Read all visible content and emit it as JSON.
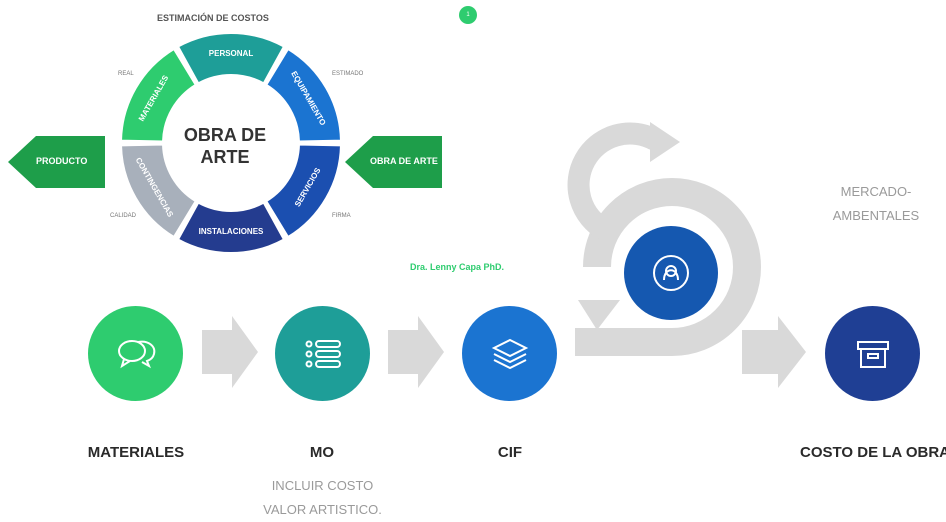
{
  "wheel": {
    "title": "ESTIMACIÓN DE COSTOS",
    "center": [
      "OBRA  DE",
      "ARTE"
    ],
    "segments": [
      "PERSONAL",
      "EQUIPAMIENTO",
      "SERVICIOS",
      "INSTALACIONES",
      "CONTINGENCIAS",
      "MATERIALES"
    ],
    "corner_labels": {
      "top_left": "REAL",
      "top_right": "ESTIMADO",
      "bottom_left": "CALIDAD",
      "bottom_right": "FIRMA"
    }
  },
  "arrows": {
    "left": "PRODUCTO",
    "right": "OBRA DE ARTE"
  },
  "badge": "1",
  "author": "Dra. Lenny Capa PhD.",
  "mercado": [
    "MERCADO-",
    "AMBENTALES"
  ],
  "steps": [
    {
      "label": "MATERIALES",
      "icon": "chat-bubbles-icon",
      "color": "#2ecc6f"
    },
    {
      "label": "MO",
      "icon": "list-icon",
      "color": "#1e9e98"
    },
    {
      "label": "CIF",
      "icon": "layers-icon",
      "color": "#1b74d1"
    },
    {
      "label": "COSTO DE LA OBRA",
      "icon": "archive-box-icon",
      "color": "#1f3f94"
    }
  ],
  "mo_note": [
    "INCLUIR  COSTO",
    "VALOR ARTISTICO."
  ],
  "cycle_icon": "person-icon",
  "colors": {
    "segment_personal": "#1e9e98",
    "segment_equipamiento": "#1b74d1",
    "segment_servicios": "#1b4fb0",
    "segment_instalaciones": "#243c8f",
    "segment_contingencias": "#a8b0bb",
    "segment_materiales": "#2ecc6f",
    "arrow_green": "#1e9e4a",
    "cycle_gray": "#d9d9d9"
  }
}
